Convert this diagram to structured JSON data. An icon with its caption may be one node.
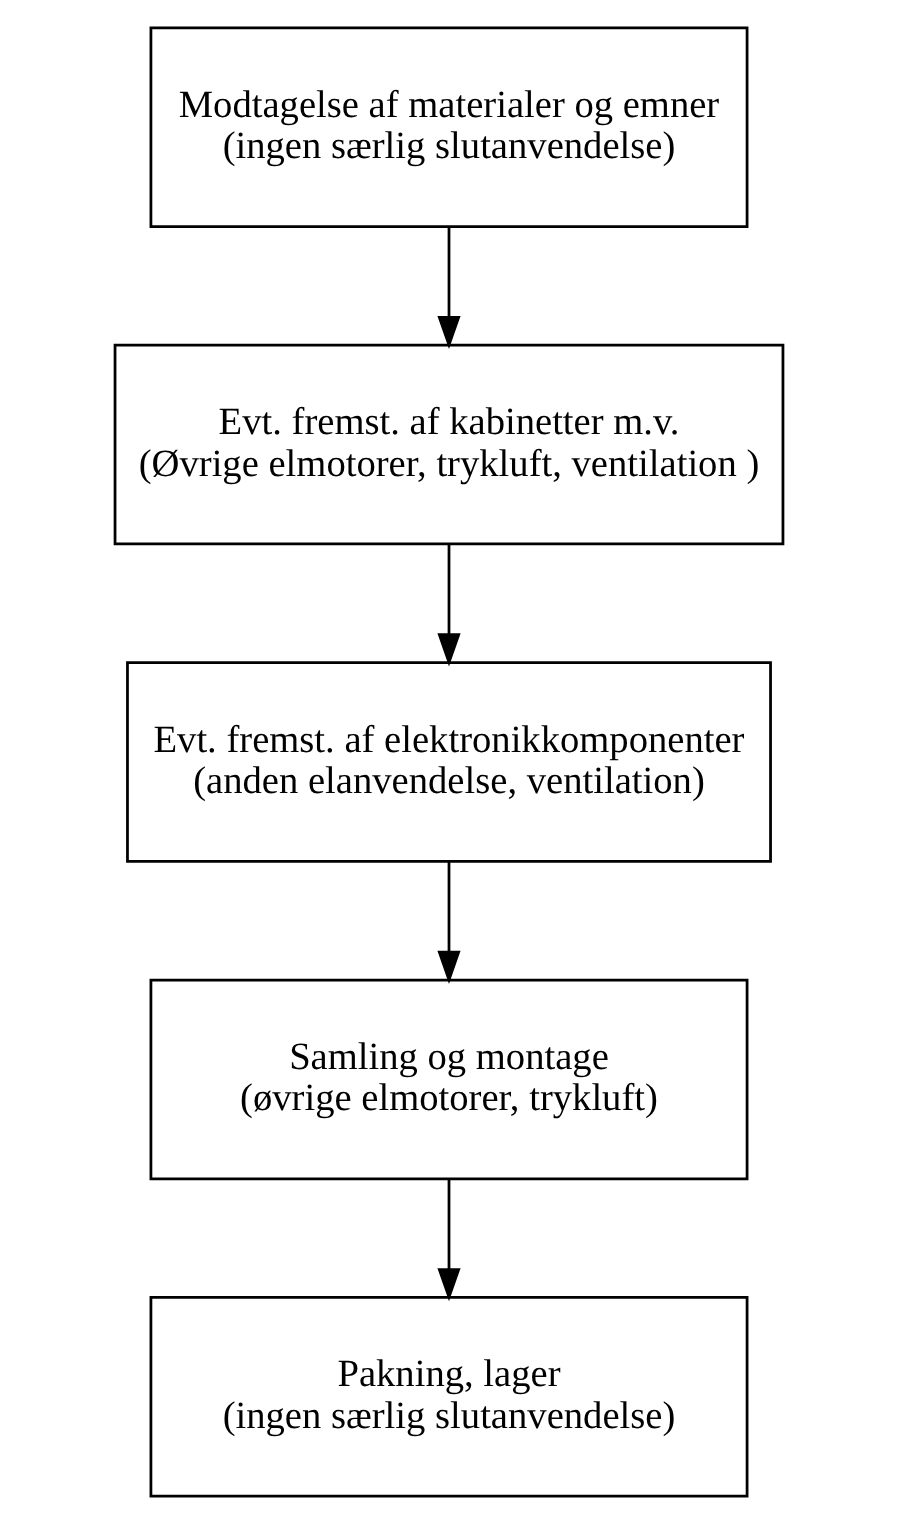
{
  "diagram": {
    "nodes": [
      {
        "text": [
          "Modtagelse af materialer og emner",
          "(ingen særlig slutanvendelse)"
        ]
      },
      {
        "text": [
          "Evt. fremst. af kabinetter m.v.",
          "(Øvrige elmotorer, trykluft, ventilation )"
        ]
      },
      {
        "text": [
          "Evt. fremst. af elektronikkomponenter",
          "(anden elanvendelse, ventilation)"
        ]
      },
      {
        "text": [
          "Samling og montage",
          "(øvrige elmotorer, trykluft)"
        ]
      },
      {
        "text": [
          "Pakning, lager",
          "(ingen særlig slutanvendelse)"
        ]
      }
    ],
    "edges": [
      {
        "from": 0,
        "to": 1,
        "arrow": "to"
      },
      {
        "from": 1,
        "to": 2,
        "arrow": "to"
      },
      {
        "from": 2,
        "to": 3,
        "arrow": "to"
      },
      {
        "from": 3,
        "to": 4,
        "arrow": "to"
      }
    ]
  }
}
